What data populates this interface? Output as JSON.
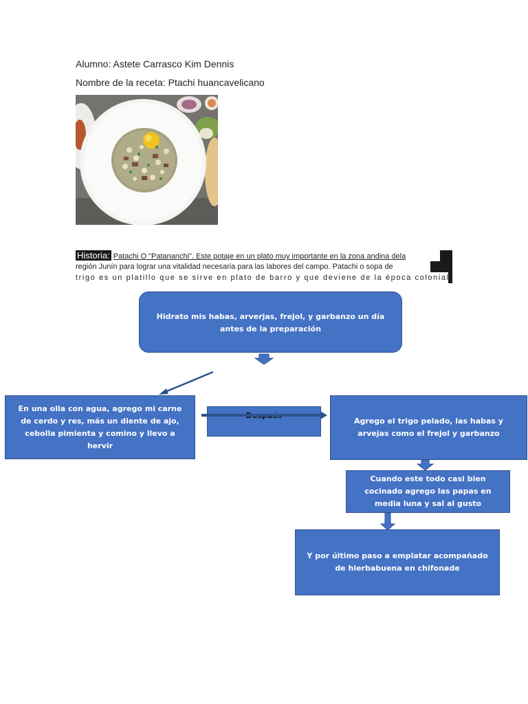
{
  "header": {
    "student_line": "Alumno: Astete Carrasco Kim Dennis",
    "recipe_line": "Nombre de la receta: Ptachi huancavelicano"
  },
  "historia": {
    "label": "Historia:",
    "line1": "Patachi O \"Patananchi\". Este potaje en un plato muy importante en la zona andina dela",
    "line2": "región Junín para lograr una vitalidad necesaria para las labores del campo. Patachi o sopa de",
    "line3": "trigo es un platillo que se sirve en plato de barro y que deviene de la época colonial."
  },
  "flow": {
    "step1": "Hidrato mis habas, arverjas, frejol, y garbanzo un día antes de la preparación",
    "step2": "En una olla con agua, agrego mi carne de cerdo y res, más un diente de ajo, cebolla pimienta y comino y llevo a hervir",
    "connector": "Después",
    "step3": "Agrego el trigo pelado, las habas y arvejas como el frejol y garbanzo",
    "step4": "Cuando este todo  casi bien cocinado agrego las papas en media luna y sal al gusto",
    "step5": "Y por último paso a emplatar acompañado de hierbabuena en chifonade"
  },
  "colors": {
    "box_fill": "#4472c4",
    "box_border": "#2f528f",
    "highlight": "#1a1a1a"
  }
}
